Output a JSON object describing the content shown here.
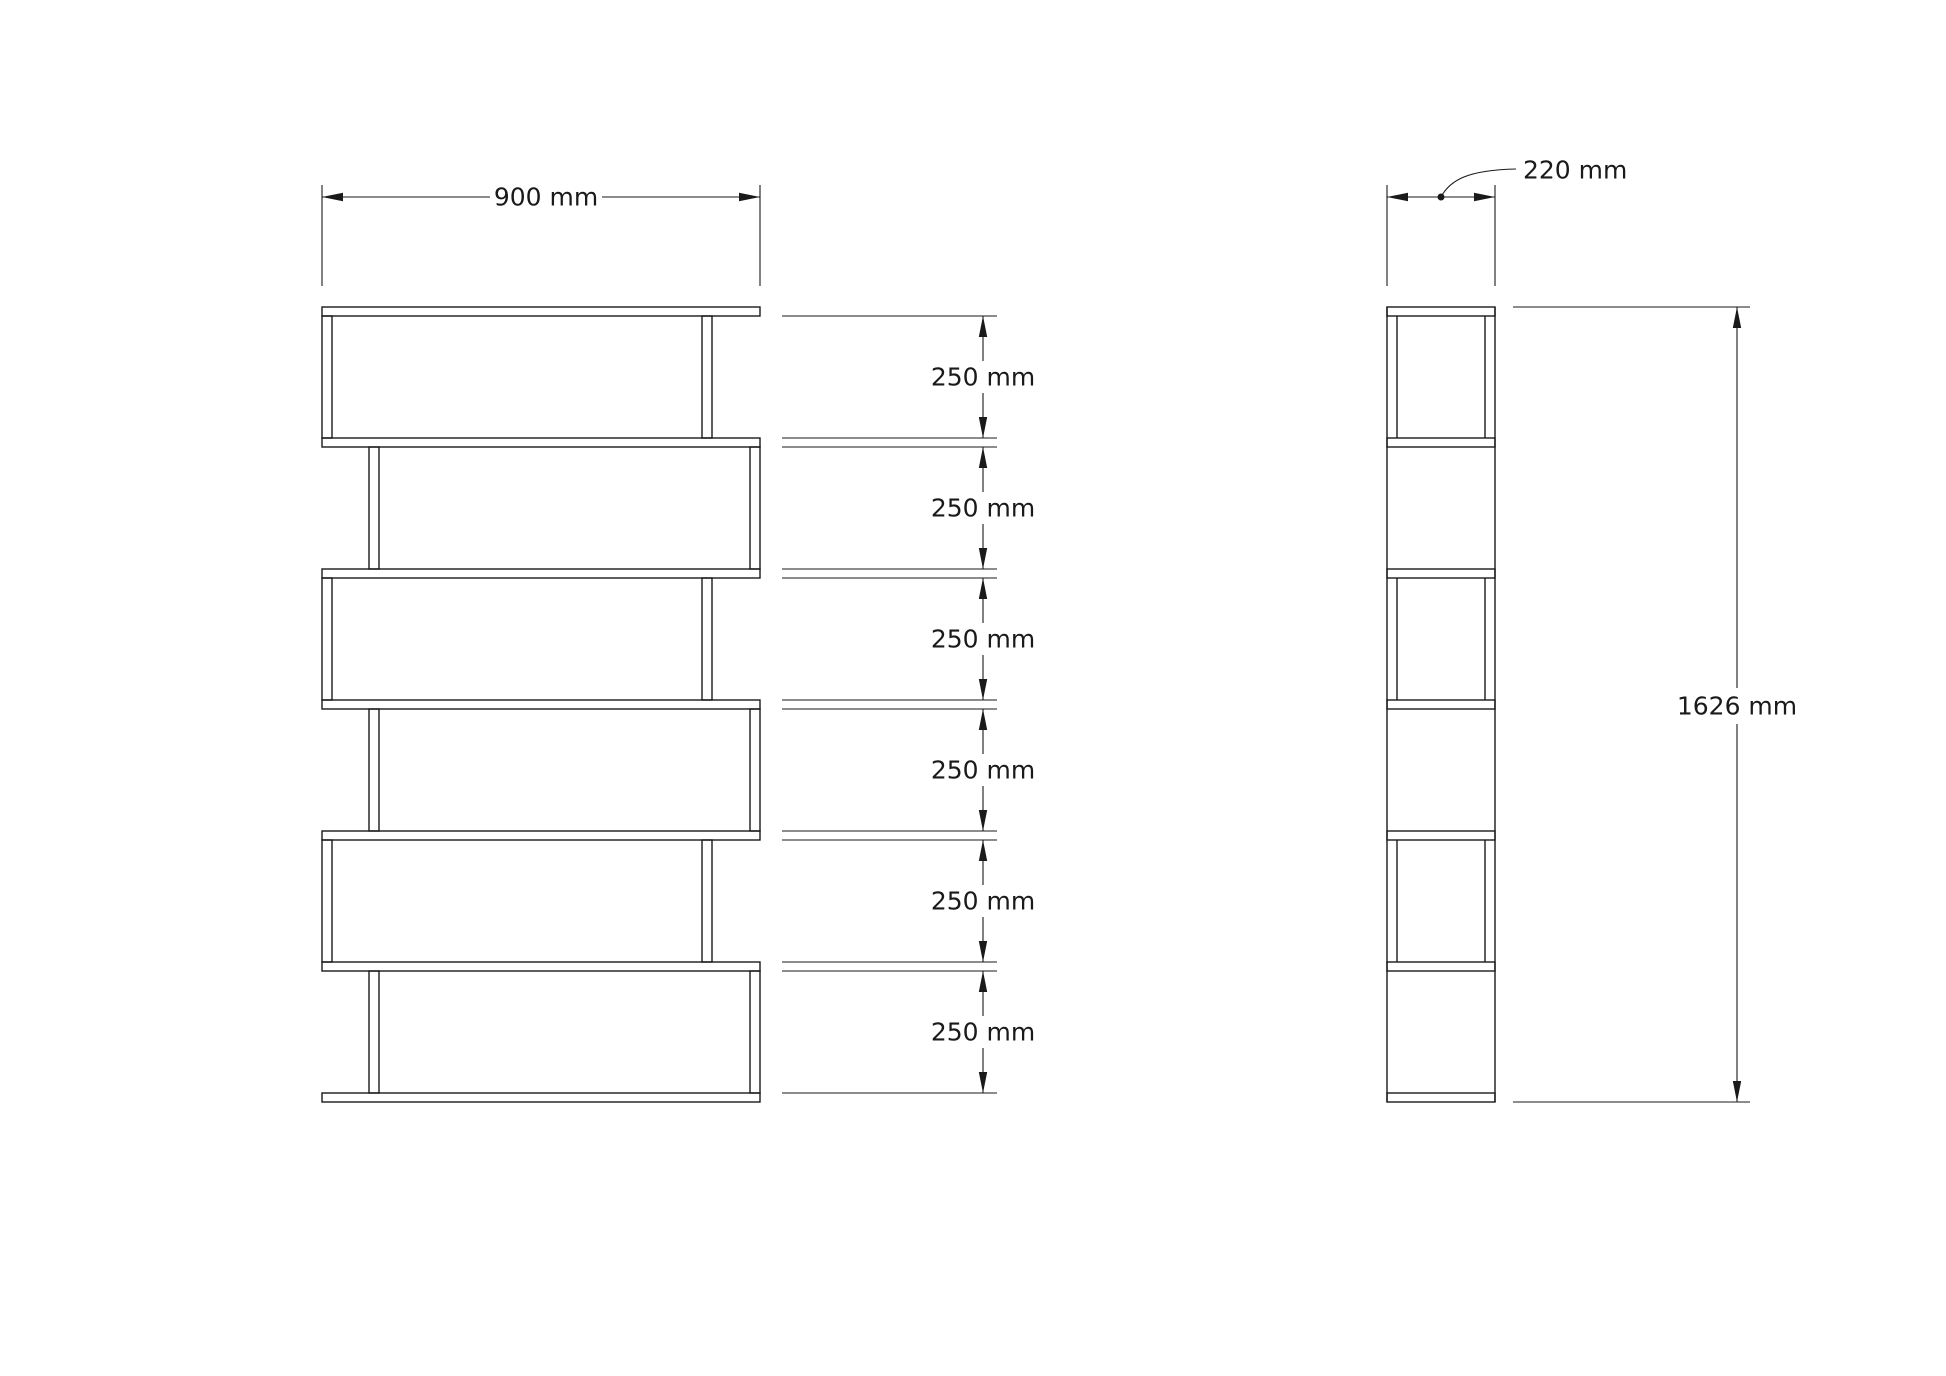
{
  "drawing": {
    "kind": "furniture-technical-drawing",
    "object": "zigzag bookshelf",
    "background_color": "#ffffff",
    "line_color": "#1a1a1a"
  },
  "front_view": {
    "width_label": "900 mm",
    "width_mm": 900,
    "compartment_count": 6,
    "compartments": [
      {
        "label": "250 mm",
        "height_mm": 250
      },
      {
        "label": "250 mm",
        "height_mm": 250
      },
      {
        "label": "250 mm",
        "height_mm": 250
      },
      {
        "label": "250 mm",
        "height_mm": 250
      },
      {
        "label": "250 mm",
        "height_mm": 250
      },
      {
        "label": "250 mm",
        "height_mm": 250
      }
    ]
  },
  "side_view": {
    "depth_label": "220 mm",
    "depth_mm": 220,
    "height_label": "1626 mm",
    "height_mm": 1626
  }
}
